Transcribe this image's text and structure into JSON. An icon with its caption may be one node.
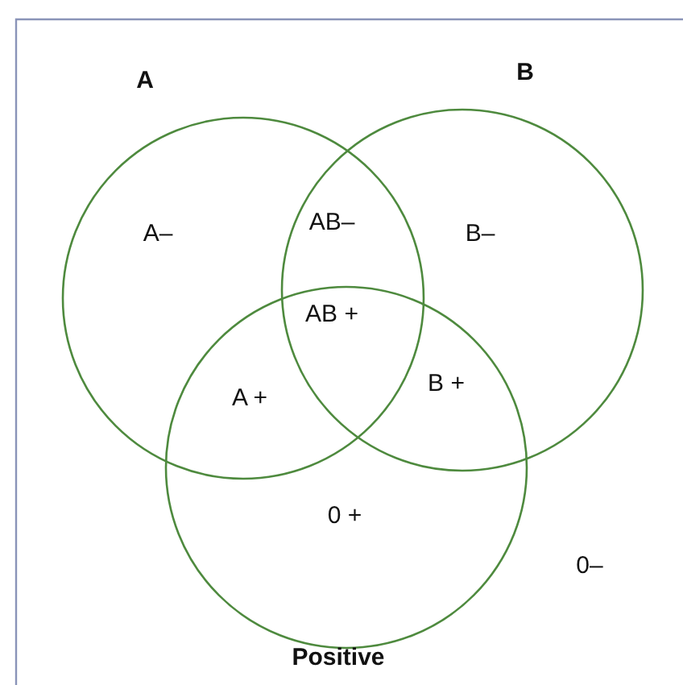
{
  "diagram": {
    "nodes": [
      {
        "text": [
          "A"
        ]
      },
      {
        "text": [
          "B"
        ]
      },
      {
        "text": [
          "Positive"
        ]
      }
    ],
    "edges": [],
    "labels": [
      "A–",
      "AB–",
      "B–",
      "AB +",
      "A +",
      "B +",
      "0 +",
      "0–"
    ]
  }
}
